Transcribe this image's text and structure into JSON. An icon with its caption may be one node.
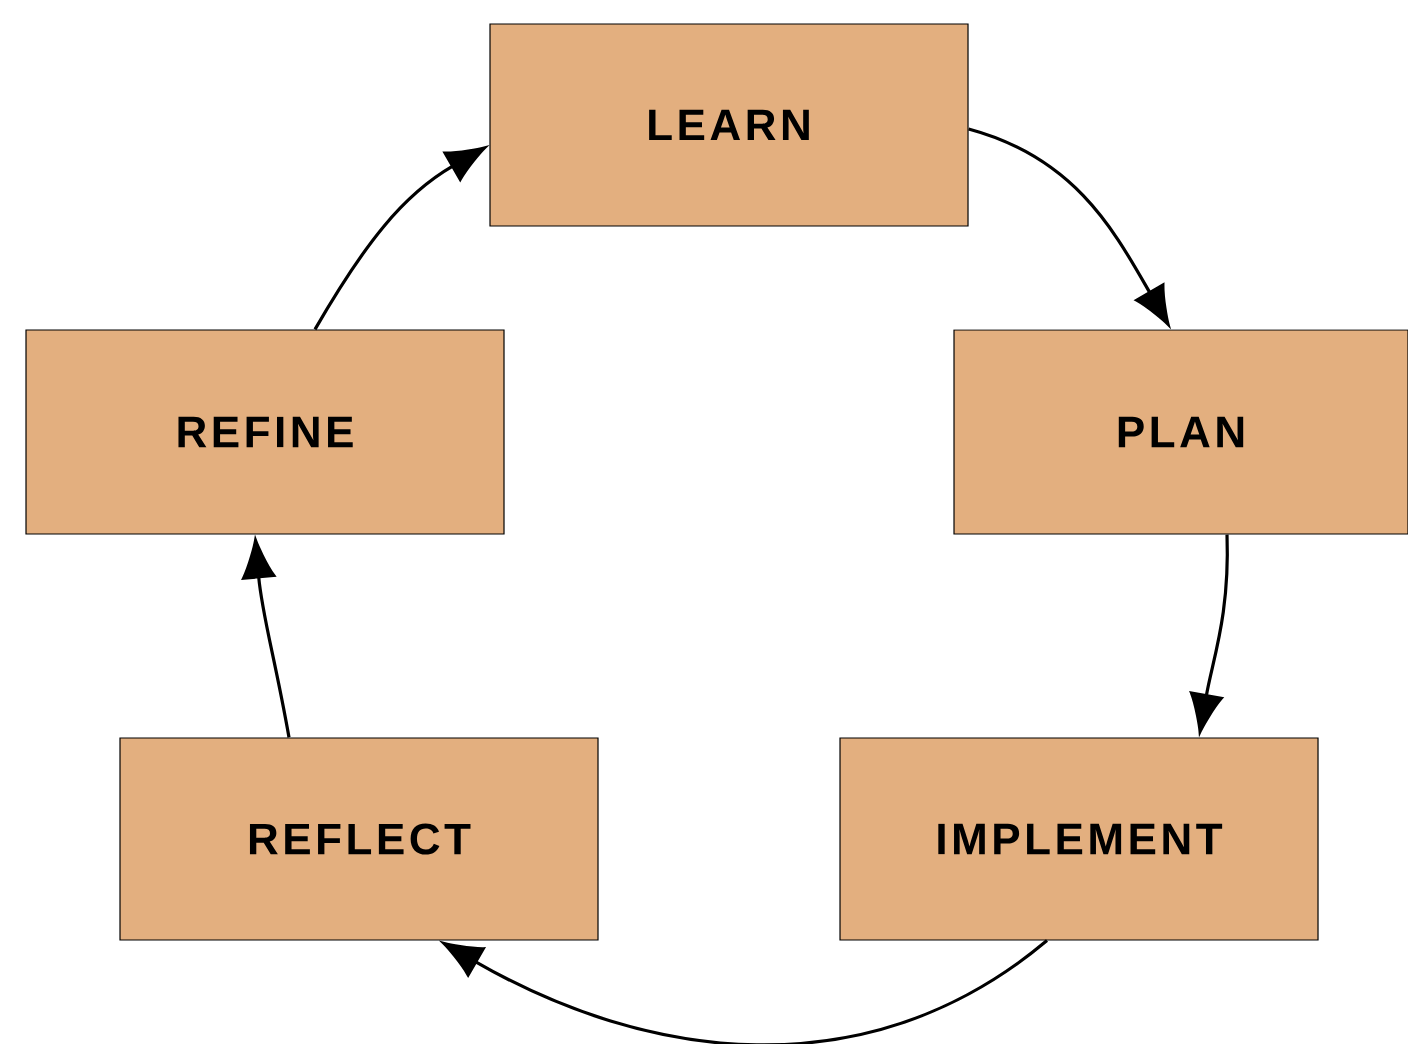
{
  "diagram": {
    "nodes": [
      {
        "text": [
          "LEARN"
        ]
      },
      {
        "text": [
          "PLAN"
        ]
      },
      {
        "text": [
          "IMPLEMENT"
        ]
      },
      {
        "text": [
          "REFLECT"
        ]
      },
      {
        "text": [
          "REFINE"
        ]
      }
    ],
    "edges": [
      {
        "from": 0,
        "to": 1,
        "arrow": "to"
      },
      {
        "from": 1,
        "to": 2,
        "arrow": "to"
      },
      {
        "from": 2,
        "to": 3,
        "arrow": "to"
      },
      {
        "from": 3,
        "to": 4,
        "arrow": "to"
      },
      {
        "from": 4,
        "to": 0,
        "arrow": "to"
      }
    ]
  }
}
